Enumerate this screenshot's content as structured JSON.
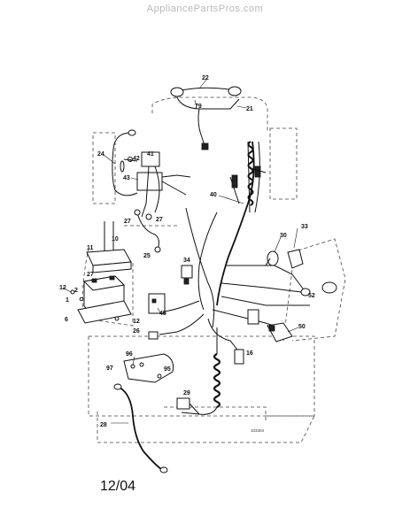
{
  "watermark": "AppliancePartsPros.com",
  "date_label": "12/04",
  "drawing_number": "103304",
  "callouts": [
    "22",
    "79",
    "21",
    "24",
    "42",
    "41",
    "43",
    "40",
    "27",
    "27",
    "33",
    "30",
    "10",
    "11",
    "25",
    "34",
    "27",
    "2",
    "12",
    "1",
    "6",
    "12",
    "45",
    "26",
    "50",
    "52",
    "96",
    "97",
    "95",
    "16",
    "29",
    "28"
  ]
}
